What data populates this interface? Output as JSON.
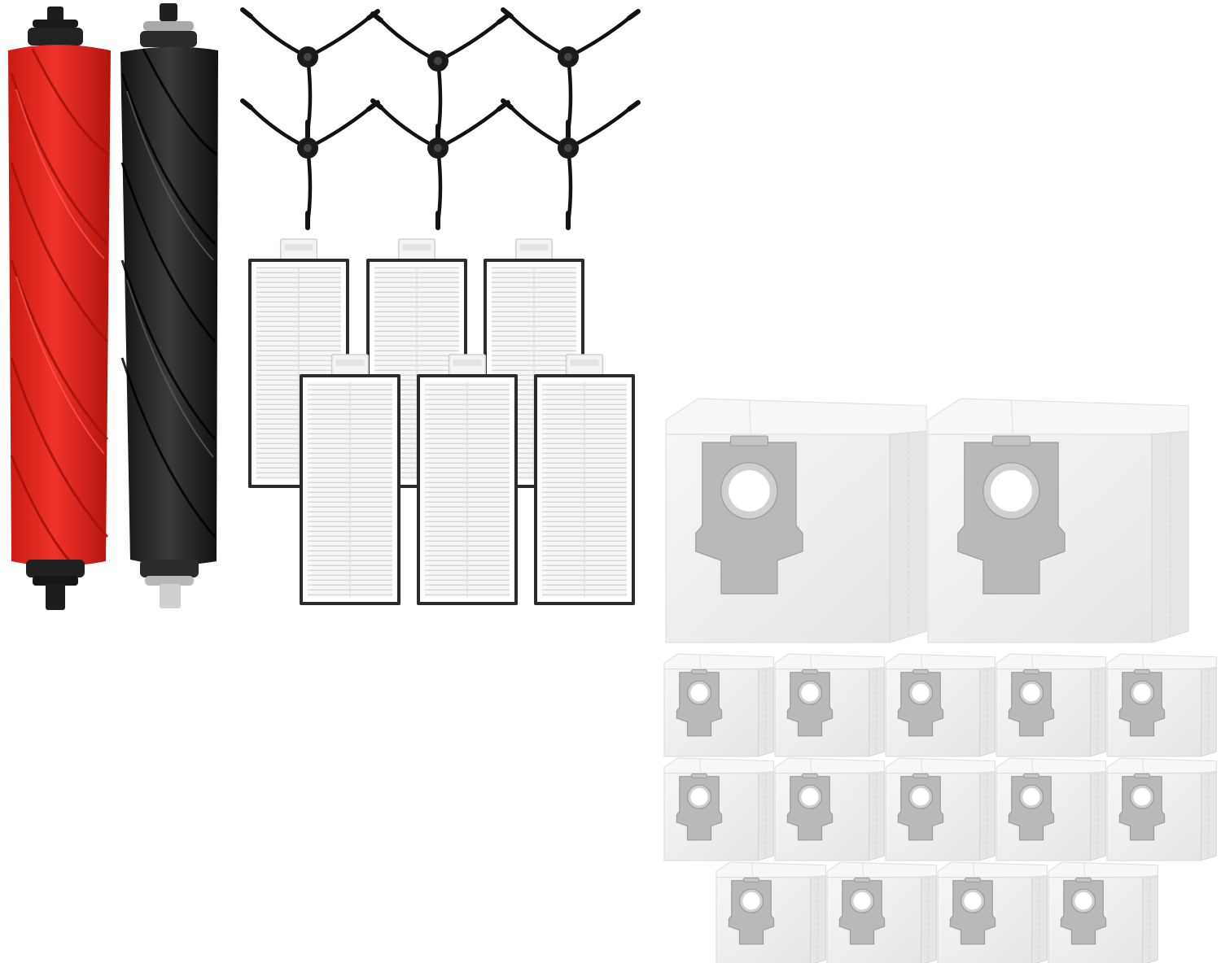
{
  "counts": {
    "main_brushes": 2,
    "side_brushes": 6,
    "filters": 6,
    "large_bags": 2,
    "small_bags": 14
  },
  "colors": {
    "background": "#ffffff",
    "brush_red": "#e8281e",
    "brush_red_dark": "#b81610",
    "brush_black": "#2a2a2a",
    "brush_black_dark": "#111111",
    "axle_grey": "#b9b9b9",
    "filter_frame": "#2b2b2b",
    "filter_pleat": "#f3f3f3",
    "bag_face": "#f1f1f1",
    "bag_side": "#e2e2e2",
    "bag_top": "#f8f8f8",
    "bag_plate": "#b4b4b4"
  },
  "items": [
    {
      "name": "main-brush-red",
      "color": "red"
    },
    {
      "name": "main-brush-black",
      "color": "black"
    }
  ]
}
